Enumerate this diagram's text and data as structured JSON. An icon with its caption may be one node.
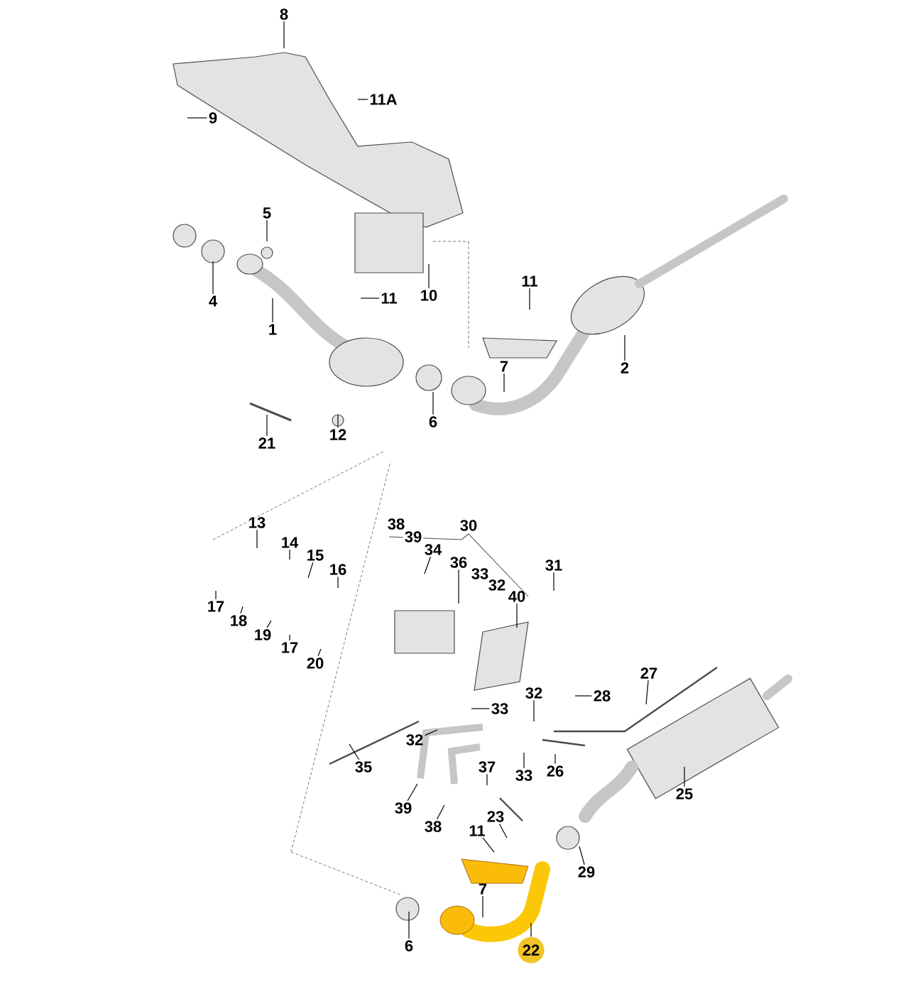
{
  "diagram": {
    "nodes": [
      {
        "text": [
          "8"
        ]
      },
      {
        "text": [
          "11A"
        ]
      },
      {
        "text": [
          "9"
        ]
      },
      {
        "text": [
          "5"
        ]
      },
      {
        "text": [
          "4"
        ]
      },
      {
        "text": [
          "11"
        ]
      },
      {
        "text": [
          "10"
        ]
      },
      {
        "text": [
          "1"
        ]
      },
      {
        "text": [
          "11"
        ]
      },
      {
        "text": [
          "7"
        ]
      },
      {
        "text": [
          "2"
        ]
      },
      {
        "text": [
          "21"
        ]
      },
      {
        "text": [
          "12"
        ]
      },
      {
        "text": [
          "6"
        ]
      },
      {
        "text": [
          "13"
        ]
      },
      {
        "text": [
          "14"
        ]
      },
      {
        "text": [
          "15"
        ]
      },
      {
        "text": [
          "16"
        ]
      },
      {
        "text": [
          "17"
        ]
      },
      {
        "text": [
          "18"
        ]
      },
      {
        "text": [
          "19"
        ]
      },
      {
        "text": [
          "17"
        ]
      },
      {
        "text": [
          "20"
        ]
      },
      {
        "text": [
          "34"
        ]
      },
      {
        "text": [
          "36"
        ]
      },
      {
        "text": [
          "40"
        ]
      },
      {
        "text": [
          "31"
        ]
      },
      {
        "text": [
          "27"
        ]
      },
      {
        "text": [
          "32"
        ]
      },
      {
        "text": [
          "28"
        ]
      },
      {
        "text": [
          "33"
        ]
      },
      {
        "text": [
          "32"
        ]
      },
      {
        "text": [
          "35"
        ]
      },
      {
        "text": [
          "33"
        ]
      },
      {
        "text": [
          "26"
        ]
      },
      {
        "text": [
          "37"
        ]
      },
      {
        "text": [
          "25"
        ]
      },
      {
        "text": [
          "39"
        ]
      },
      {
        "text": [
          "38"
        ]
      },
      {
        "text": [
          "23"
        ]
      },
      {
        "text": [
          "11"
        ]
      },
      {
        "text": [
          "29"
        ]
      },
      {
        "text": [
          "7"
        ]
      },
      {
        "text": [
          "6"
        ]
      },
      {
        "text": [
          "22"
        ]
      }
    ],
    "edges": [
      {
        "from": 0,
        "to": null,
        "arrow": "none"
      },
      {
        "from": 1,
        "to": null,
        "arrow": "none"
      },
      {
        "from": 2,
        "to": null,
        "arrow": "none"
      },
      {
        "from": 3,
        "to": null,
        "arrow": "none"
      },
      {
        "from": 4,
        "to": null,
        "arrow": "none"
      },
      {
        "from": 5,
        "to": null,
        "arrow": "none"
      },
      {
        "from": 6,
        "to": null,
        "arrow": "none"
      },
      {
        "from": 7,
        "to": null,
        "arrow": "none"
      },
      {
        "from": 8,
        "to": null,
        "arrow": "none"
      },
      {
        "from": 9,
        "to": null,
        "arrow": "none"
      },
      {
        "from": 10,
        "to": null,
        "arrow": "none"
      },
      {
        "from": 11,
        "to": null,
        "arrow": "none"
      },
      {
        "from": 12,
        "to": null,
        "arrow": "none"
      },
      {
        "from": 13,
        "to": null,
        "arrow": "none"
      },
      {
        "from": 14,
        "to": null,
        "arrow": "none"
      },
      {
        "from": 15,
        "to": null,
        "arrow": "none"
      },
      {
        "from": 16,
        "to": null,
        "arrow": "none"
      },
      {
        "from": 17,
        "to": null,
        "arrow": "none"
      },
      {
        "from": 18,
        "to": null,
        "arrow": "none"
      },
      {
        "from": 19,
        "to": null,
        "arrow": "none"
      },
      {
        "from": 20,
        "to": null,
        "arrow": "none"
      },
      {
        "from": 21,
        "to": null,
        "arrow": "none"
      },
      {
        "from": 22,
        "to": null,
        "arrow": "none"
      },
      {
        "from": 23,
        "to": null,
        "arrow": "none"
      },
      {
        "from": 24,
        "to": null,
        "arrow": "none"
      },
      {
        "from": 25,
        "to": null,
        "arrow": "none"
      },
      {
        "from": 26,
        "to": null,
        "arrow": "none"
      },
      {
        "from": 27,
        "to": null,
        "arrow": "none"
      },
      {
        "from": 28,
        "to": null,
        "arrow": "none"
      },
      {
        "from": 29,
        "to": null,
        "arrow": "none"
      },
      {
        "from": 30,
        "to": null,
        "arrow": "none"
      },
      {
        "from": 31,
        "to": null,
        "arrow": "none"
      },
      {
        "from": 32,
        "to": null,
        "arrow": "none"
      },
      {
        "from": 33,
        "to": null,
        "arrow": "none"
      },
      {
        "from": 34,
        "to": null,
        "arrow": "none"
      },
      {
        "from": 35,
        "to": null,
        "arrow": "none"
      },
      {
        "from": 36,
        "to": null,
        "arrow": "none"
      },
      {
        "from": 37,
        "to": null,
        "arrow": "none"
      },
      {
        "from": 38,
        "to": null,
        "arrow": "none"
      },
      {
        "from": 39,
        "to": null,
        "arrow": "none"
      },
      {
        "from": 40,
        "to": null,
        "arrow": "none"
      },
      {
        "from": 41,
        "to": null,
        "arrow": "none"
      },
      {
        "from": 42,
        "to": null,
        "arrow": "none"
      },
      {
        "from": 43,
        "to": null,
        "arrow": "none"
      },
      {
        "from": 44,
        "to": null,
        "arrow": "none"
      }
    ],
    "labels": [
      "38",
      "39",
      "30",
      "33",
      "32"
    ]
  }
}
